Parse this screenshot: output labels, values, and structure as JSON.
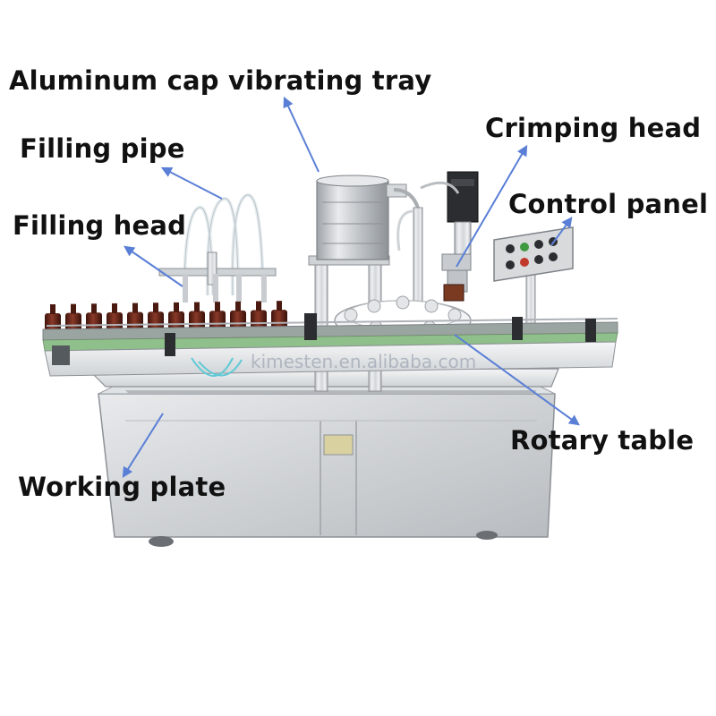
{
  "labels": {
    "cap_tray": "Aluminum cap vibrating tray",
    "filling_pipe": "Filling pipe",
    "filling_head": "Filling head",
    "crimping_head": "Crimping head",
    "control_panel": "Control panel",
    "rotary_table": "Rotary table",
    "working_plate": "Working plate"
  },
  "watermark": "kimesten.en.alibaba.com",
  "colors": {
    "arrow": "#5a7fd6",
    "label_text": "#111111",
    "steel_light": "#e4e6e8",
    "steel_mid": "#c8cbcf",
    "steel_dark": "#8d9196",
    "bottle": "#6b2a1f",
    "conveyor_guide": "#9aa4a0",
    "control_box": "#d8dadc"
  }
}
